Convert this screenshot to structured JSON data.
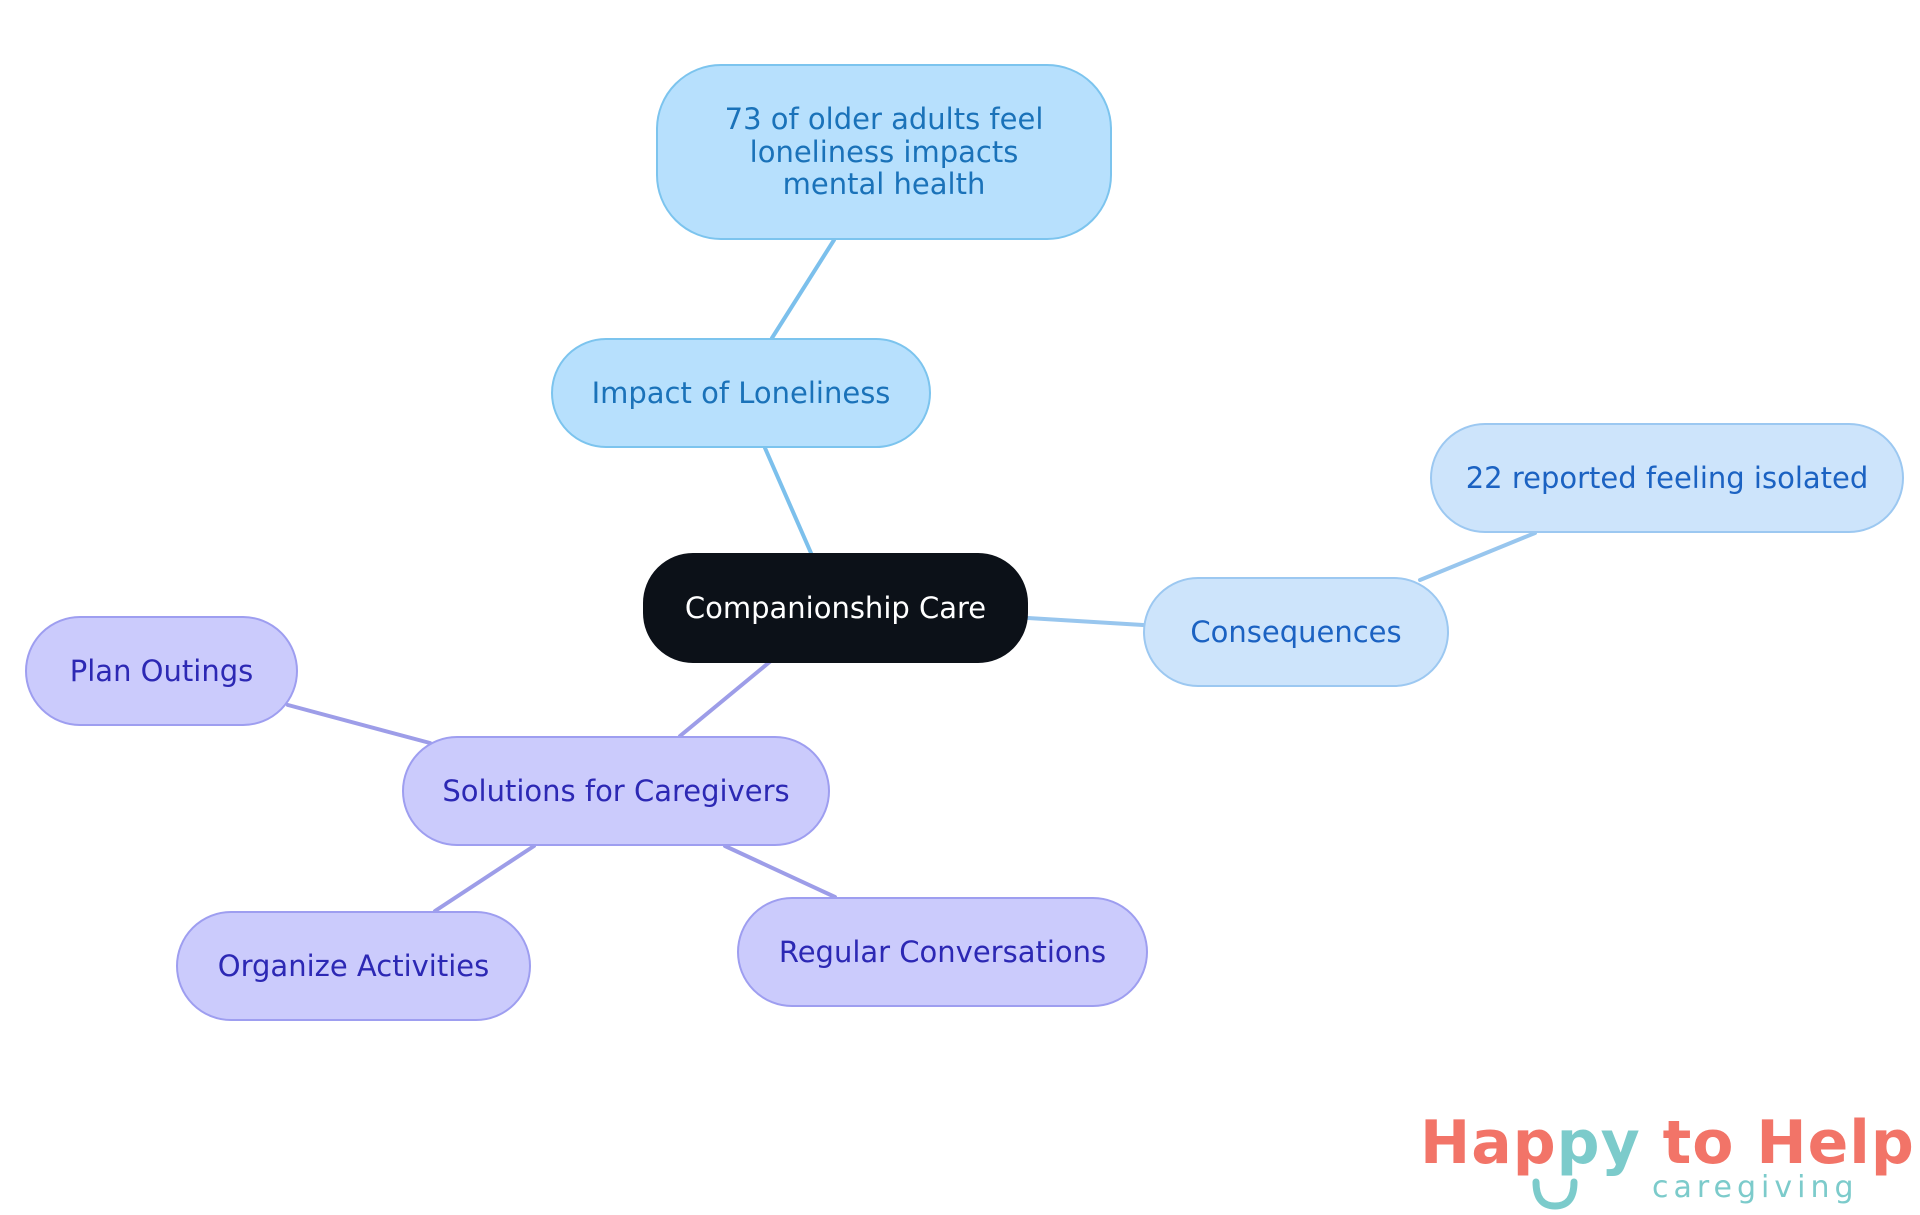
{
  "diagram": {
    "type": "mind-map",
    "root": {
      "id": "root",
      "label": "Companionship Care"
    },
    "nodes": [
      {
        "id": "impact",
        "label": "Impact of Loneliness",
        "parent": "root",
        "branch": "blue"
      },
      {
        "id": "impact-stat",
        "label": "73 of older adults feel loneliness impacts mental health",
        "parent": "impact",
        "branch": "blue"
      },
      {
        "id": "consequences",
        "label": "Consequences",
        "parent": "root",
        "branch": "lightblue"
      },
      {
        "id": "consequences-stat",
        "label": "22 reported feeling isolated",
        "parent": "consequences",
        "branch": "lightblue"
      },
      {
        "id": "solutions",
        "label": "Solutions for Caregivers",
        "parent": "root",
        "branch": "purple"
      },
      {
        "id": "plan-outings",
        "label": "Plan Outings",
        "parent": "solutions",
        "branch": "purple"
      },
      {
        "id": "organize-activities",
        "label": "Organize Activities",
        "parent": "solutions",
        "branch": "purple"
      },
      {
        "id": "regular-conversations",
        "label": "Regular Conversations",
        "parent": "solutions",
        "branch": "purple"
      }
    ]
  },
  "colors": {
    "root_fill": "#0c1118",
    "root_text": "#ffffff",
    "blue_fill": "#b7e0fd",
    "blue_border": "#7cc4ee",
    "blue_text": "#1a72b9",
    "blue_edge": "#7cc0ec",
    "lightblue_fill": "#cde4fb",
    "lightblue_border": "#9cc8f1",
    "lightblue_text": "#1b62c2",
    "lightblue_edge": "#98c6ee",
    "purple_fill": "#cbcbfc",
    "purple_border": "#9e9ef0",
    "purple_text": "#2c28b4",
    "purple_edge": "#9d9de8"
  },
  "logo": {
    "part1": "Hap",
    "part2": "py",
    "part3": " to Help",
    "sub": "caregiving",
    "primary_color": "#f27468",
    "accent_color": "#7ccbcb"
  }
}
